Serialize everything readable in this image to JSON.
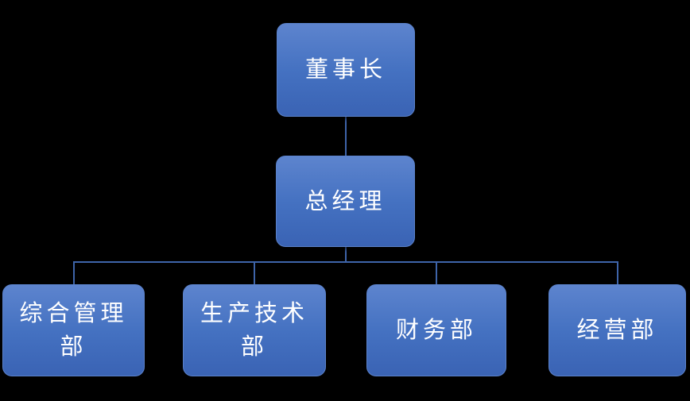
{
  "theme": {
    "background": "#000000",
    "box_gradient_top": "#5d84ce",
    "box_gradient_mid": "#4471c1",
    "box_gradient_bottom": "#3a63b4",
    "box_border": "#5b82cb",
    "connector_color": "#3e64a9",
    "text_color": "#ffffff"
  },
  "org_chart": {
    "type": "organization-chart",
    "root": {
      "label": "董事长"
    },
    "manager": {
      "label": "总经理"
    },
    "departments": [
      {
        "label": "综合管理部"
      },
      {
        "label": "生产技术部"
      },
      {
        "label": "财务部"
      },
      {
        "label": "经营部"
      }
    ]
  }
}
